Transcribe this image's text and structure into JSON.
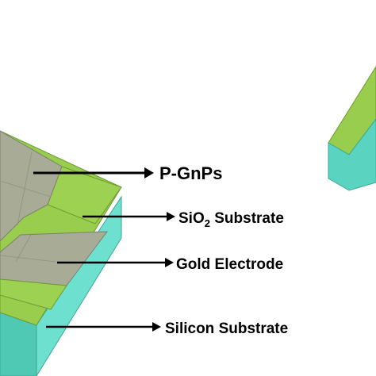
{
  "labels": {
    "pgnps": "P-GnPs",
    "sio2_prefix": "SiO",
    "sio2_subscript": "2",
    "sio2_suffix": " Substrate",
    "gold_electrode": "Gold Electrode",
    "silicon_substrate": "Silicon Substrate"
  },
  "colors": {
    "pgnps_film": "#a8ab96",
    "sio2_layer": "#98cd4e",
    "silicon_substrate": "#5ad3c0",
    "gold_electrode": "#a8ab96",
    "arrow": "#000000",
    "label_text": "#000000",
    "background": "#ffffff"
  }
}
